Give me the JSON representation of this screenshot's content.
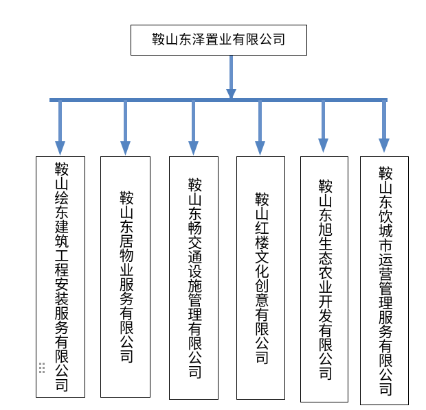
{
  "diagram": {
    "type": "org-chart",
    "orientation": "top-down",
    "root": {
      "label": "鞍山东泽置业有限公司"
    },
    "children": [
      {
        "label": "鞍山绘东建筑工程安装服务有限公司"
      },
      {
        "label": "鞍山东居物业服务有限公司"
      },
      {
        "label": "鞍山东畅交通设施管理有限公司"
      },
      {
        "label": "鞍山红楼文化创意有限公司"
      },
      {
        "label": "鞍山东旭生态农业开发有限公司"
      },
      {
        "label": "鞍山东饮城市运营管理服务有限公司"
      }
    ],
    "colors": {
      "connector_bar": "#4E7EBC",
      "connector_drop": "#6790C9",
      "box_border": "#000000",
      "box_fill": "#FFFFFF",
      "text": "#000000",
      "handle_dots": "#9A9A9A"
    }
  }
}
